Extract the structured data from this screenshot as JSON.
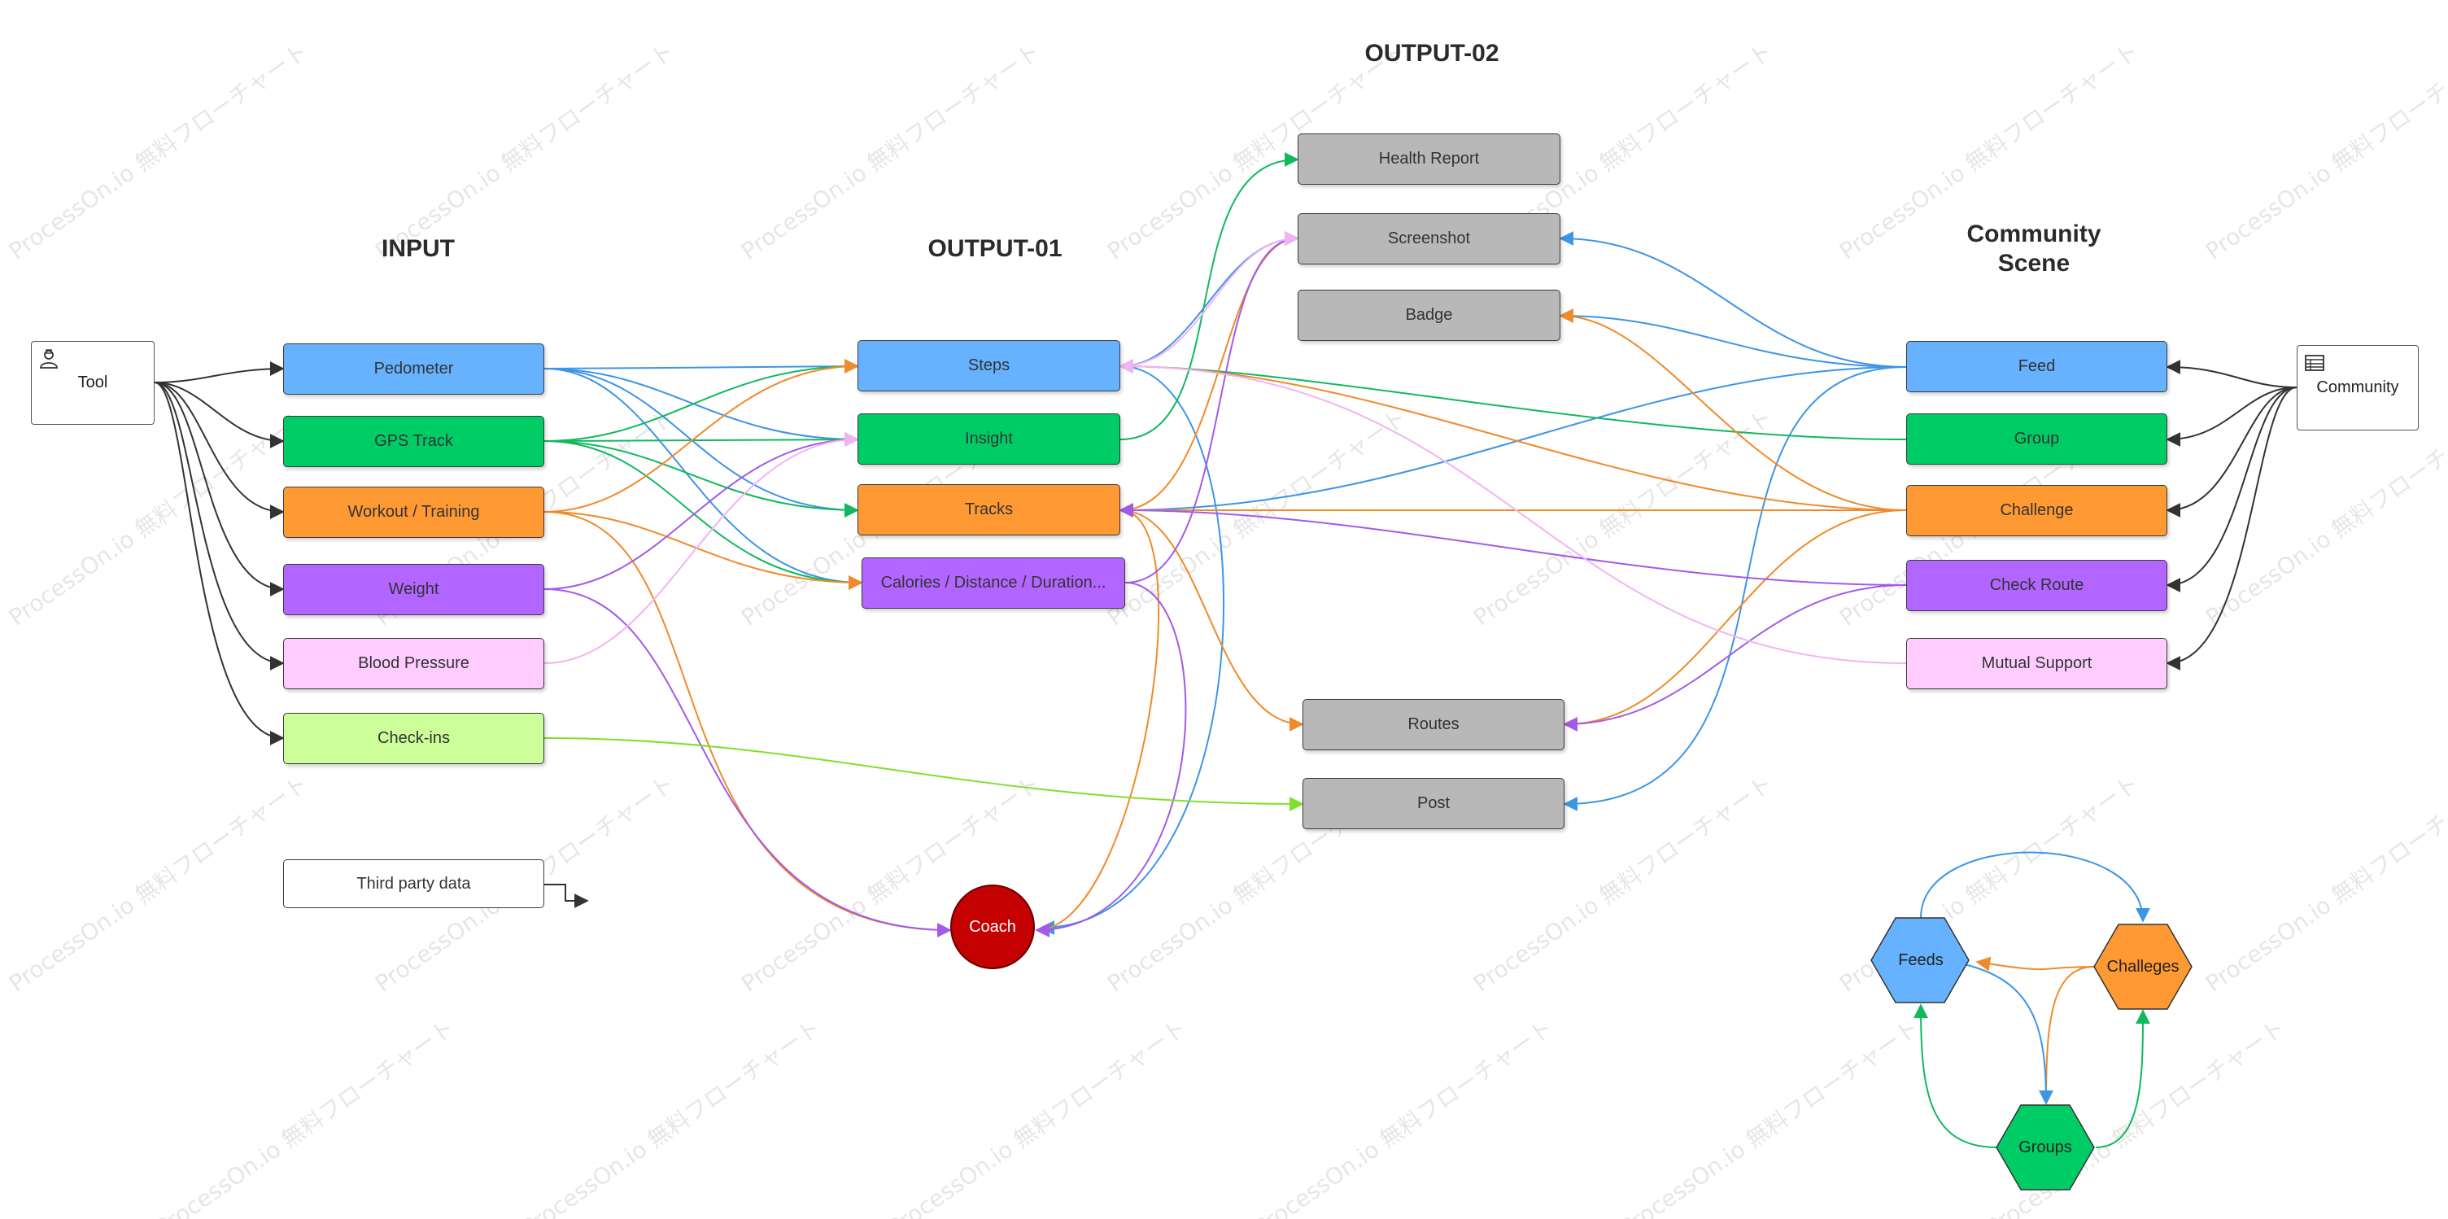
{
  "headings": {
    "input": "INPUT",
    "output01": "OUTPUT-01",
    "output02": "OUTPUT-02",
    "community_line1": "Community",
    "community_line2": "Scene"
  },
  "actors": {
    "tool": "Tool",
    "community": "Community"
  },
  "inputs": [
    "Pedometer",
    "GPS Track",
    "Workout / Training",
    "Weight",
    "Blood Pressure",
    "Check-ins"
  ],
  "third_party": "Third party data",
  "outputs01": [
    "Steps",
    "Insight",
    "Tracks",
    "Calories / Distance / Duration..."
  ],
  "outputs02": [
    "Health Report",
    "Screenshot",
    "Badge",
    "Routes",
    "Post"
  ],
  "community_items": [
    "Feed",
    "Group",
    "Challenge",
    "Check Route",
    "Mutual Support"
  ],
  "coach": "Coach",
  "hexagons": [
    "Feeds",
    "Challeges",
    "Groups"
  ],
  "watermark": "ProcessOn.io 無料フローチャート",
  "colors": {
    "blue": "#66b2ff",
    "green": "#00cc66",
    "orange": "#ff9933",
    "purple": "#b266ff",
    "pink": "#ffccff",
    "lime": "#ccff99",
    "gray": "#b8b8b8",
    "coach": "#c40000"
  }
}
